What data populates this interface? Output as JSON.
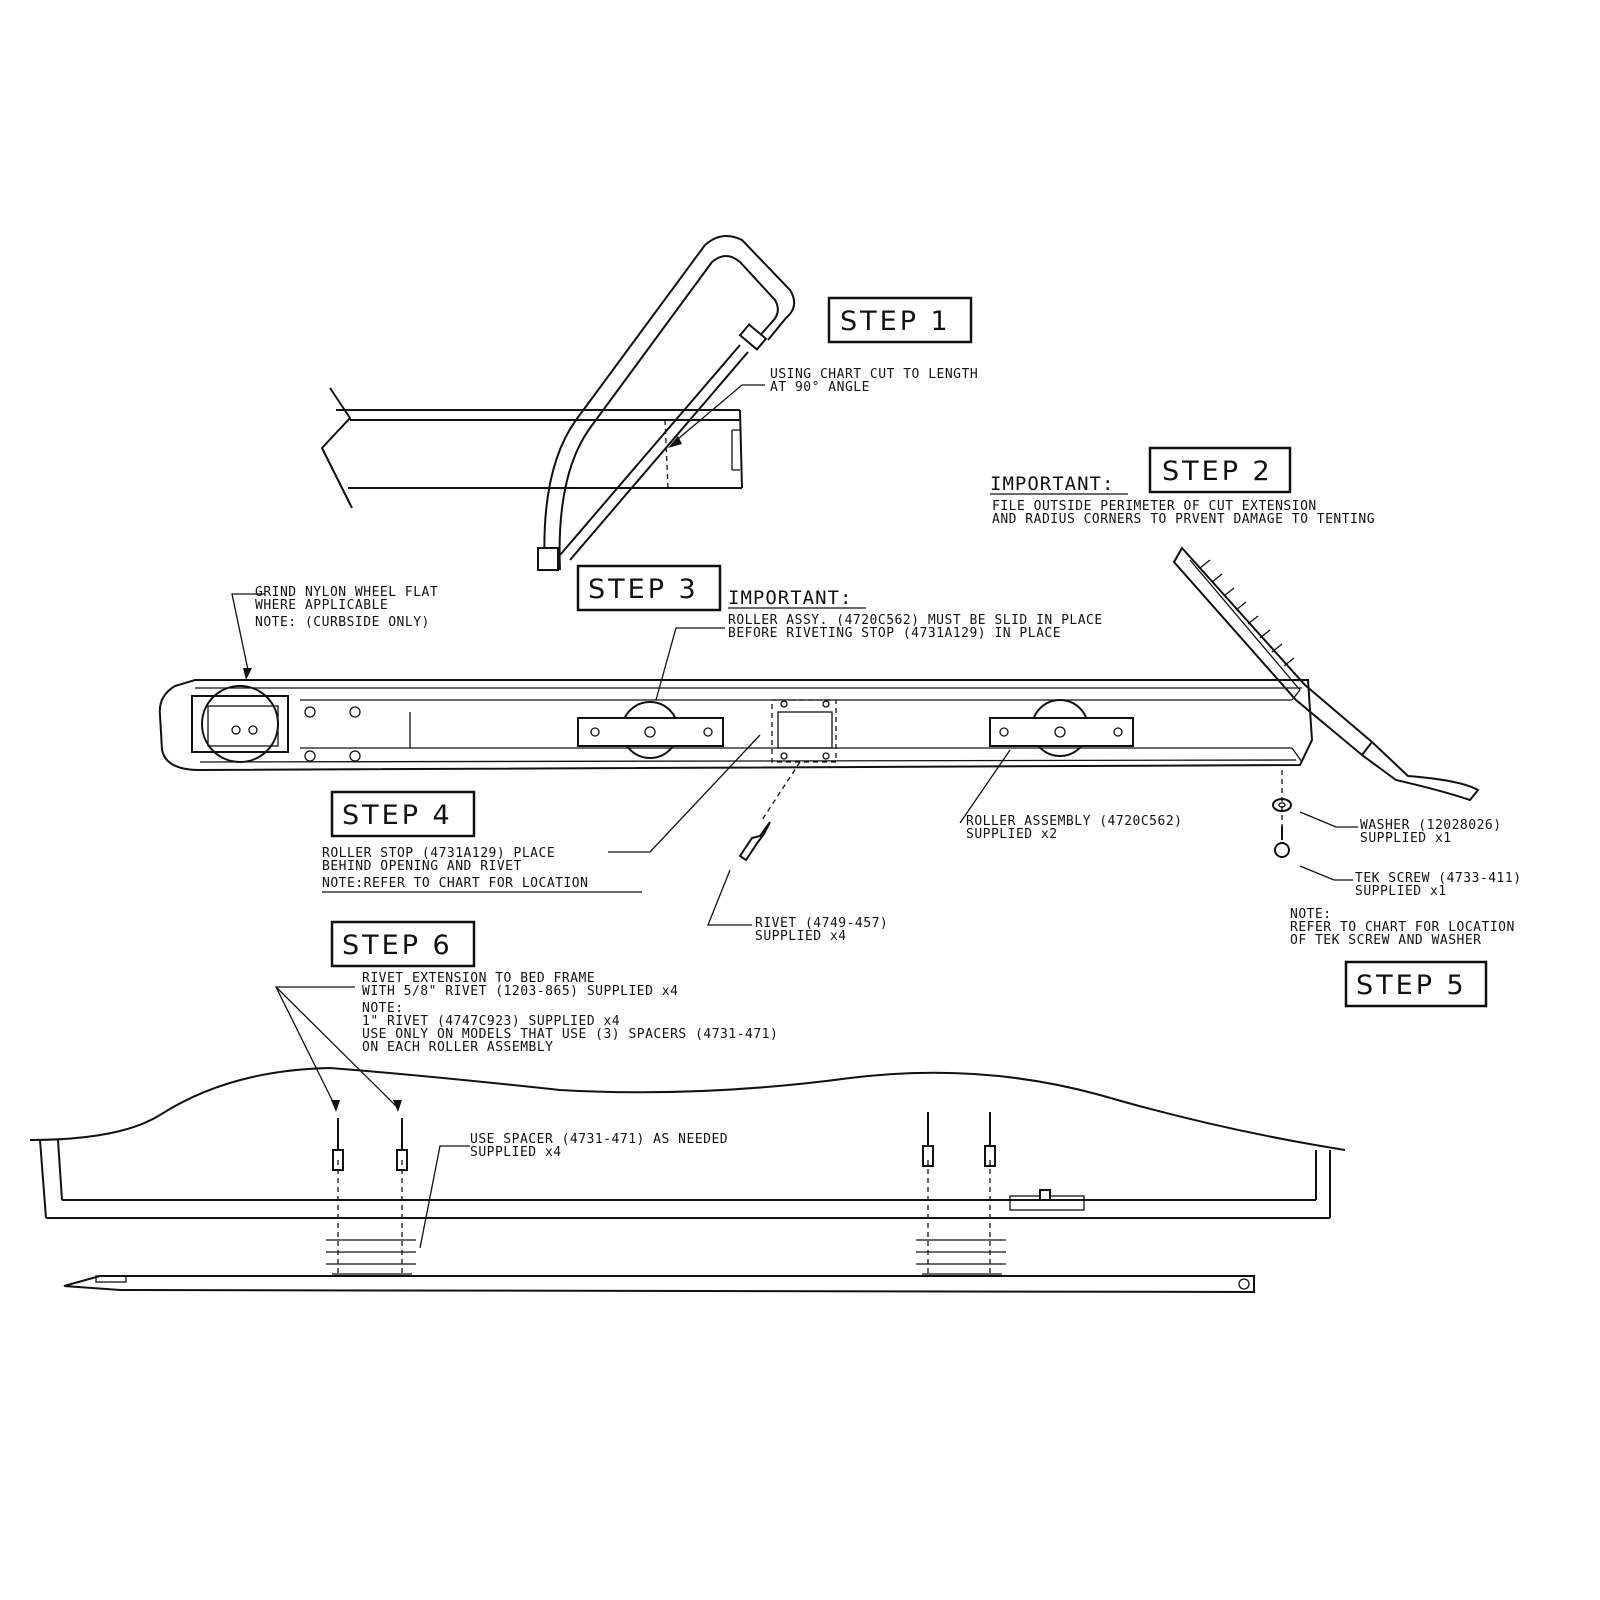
{
  "steps": {
    "step1": "STEP 1",
    "step2": "STEP 2",
    "step3": "STEP 3",
    "step4": "STEP 4",
    "step5": "STEP 5",
    "step6": "STEP 6"
  },
  "step1_note": [
    "USING CHART CUT TO LENGTH",
    "AT 90° ANGLE"
  ],
  "step2_important": "IMPORTANT:",
  "step2_note": [
    "FILE OUTSIDE PERIMETER OF CUT EXTENSION",
    "AND RADIUS CORNERS TO PRVENT DAMAGE TO TENTING"
  ],
  "wheel_note": [
    "GRIND NYLON WHEEL FLAT",
    "WHERE APPLICABLE",
    "NOTE: (CURBSIDE ONLY)"
  ],
  "step3_important": "IMPORTANT:",
  "step3_note": [
    "ROLLER ASSY. (4720C562) MUST BE SLID IN PLACE",
    "BEFORE RIVETING STOP (4731A129) IN PLACE"
  ],
  "step4_note": [
    "ROLLER STOP (4731A129) PLACE",
    "BEHIND OPENING AND RIVET",
    "NOTE:REFER TO CHART FOR LOCATION"
  ],
  "roller_assembly_note": [
    "ROLLER ASSEMBLY (4720C562)",
    "SUPPLIED x2"
  ],
  "rivet_note": [
    "RIVET (4749-457)",
    "SUPPLIED x4"
  ],
  "washer_note": [
    "WASHER (12028026)",
    "SUPPLIED x1"
  ],
  "tek_screw_note": [
    "TEK SCREW (4733-411)",
    "SUPPLIED x1"
  ],
  "step5_note": [
    "NOTE:",
    "REFER TO CHART FOR LOCATION",
    "OF TEK SCREW AND WASHER"
  ],
  "step6_note": [
    "RIVET EXTENSION TO BED FRAME",
    "WITH 5/8\" RIVET (1203-865) SUPPLIED x4",
    "NOTE:",
    "1\" RIVET (4747C923) SUPPLIED x4",
    "USE ONLY ON MODELS THAT USE (3) SPACERS (4731-471)",
    "ON EACH ROLLER ASSEMBLY"
  ],
  "spacer_note": [
    "USE SPACER (4731-471) AS NEEDED",
    "SUPPLIED x4"
  ]
}
